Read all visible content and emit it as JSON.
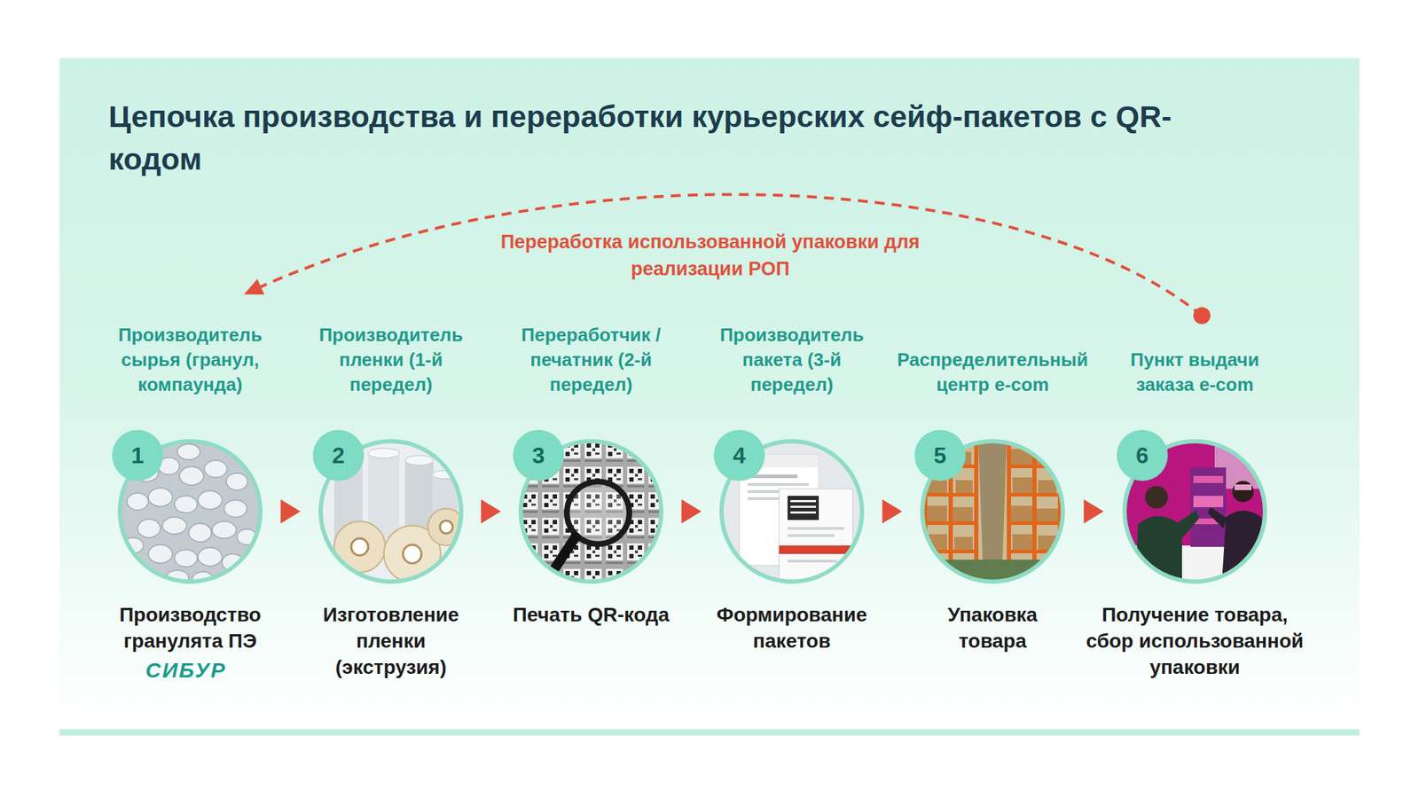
{
  "diagram": {
    "title": "Цепочка производства и переработки курьерских сейф-пакетов с QR-кодом",
    "nodes": [
      {
        "text": [
          "Производитель сырья (гранул, компаунда)",
          "Производство гранулята ПЭ"
        ]
      },
      {
        "text": [
          "1"
        ],
        "in": 0
      },
      {
        "text": [
          "Производитель пленки (1-й передел)",
          "Изготовление пленки (экструзия)"
        ]
      },
      {
        "text": [
          "2"
        ],
        "in": 2
      },
      {
        "text": [
          "Переработчик / печатник (2-й передел)",
          "Печать QR-кода"
        ]
      },
      {
        "text": [
          "3"
        ],
        "in": 4
      },
      {
        "text": [
          "Производитель пакета (3-й передел)",
          "Формирование пакетов"
        ]
      },
      {
        "text": [
          "4"
        ],
        "in": 6
      },
      {
        "text": [
          "Распределительный центр e-com",
          "Упаковка товара"
        ]
      },
      {
        "text": [
          "5"
        ],
        "in": 8
      },
      {
        "text": [
          "Пункт выдачи заказа e-com",
          "Получение товара, сбор использованной упаковки"
        ]
      },
      {
        "text": [
          "6"
        ],
        "in": 10
      }
    ],
    "edges": [
      {
        "from": 0,
        "to": 2,
        "arrow": "to"
      },
      {
        "from": 2,
        "to": 4,
        "arrow": "to"
      },
      {
        "from": 4,
        "to": 6,
        "arrow": "to"
      },
      {
        "from": 6,
        "to": 8,
        "arrow": "to"
      },
      {
        "from": 8,
        "to": 10,
        "arrow": "to"
      },
      {
        "from": 10,
        "to": 0,
        "label": "Переработка использованной упаковки для реализации РОП",
        "arrow": "to"
      }
    ],
    "labels": [
      "СИБУР"
    ]
  }
}
